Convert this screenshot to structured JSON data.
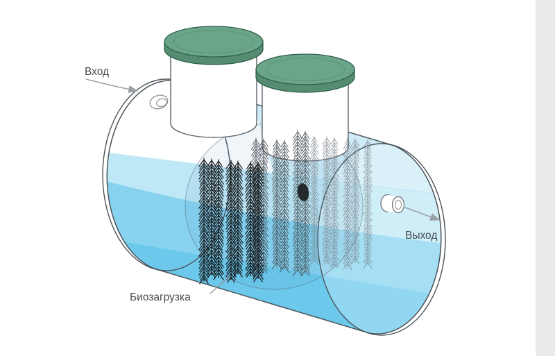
{
  "diagram": {
    "labels": {
      "inlet": "Вход",
      "outlet": "Выход",
      "bioload": "Биозагрузка"
    },
    "colors": {
      "lid_top": "#6ba589",
      "lid_side": "#568c72",
      "water_light": "#bfe8f6",
      "water_mid": "#87d3ef",
      "water_deep": "#6cc9ec",
      "water_surface_far": "#a8dcf3",
      "brush_front": "#131517",
      "brush_mid": "#40474d",
      "brush_back": "#747d84",
      "arrow": "#9aa1a6",
      "label_text": "#454c52",
      "outline": "#4a5258",
      "gutter": "#ebebeb"
    }
  }
}
